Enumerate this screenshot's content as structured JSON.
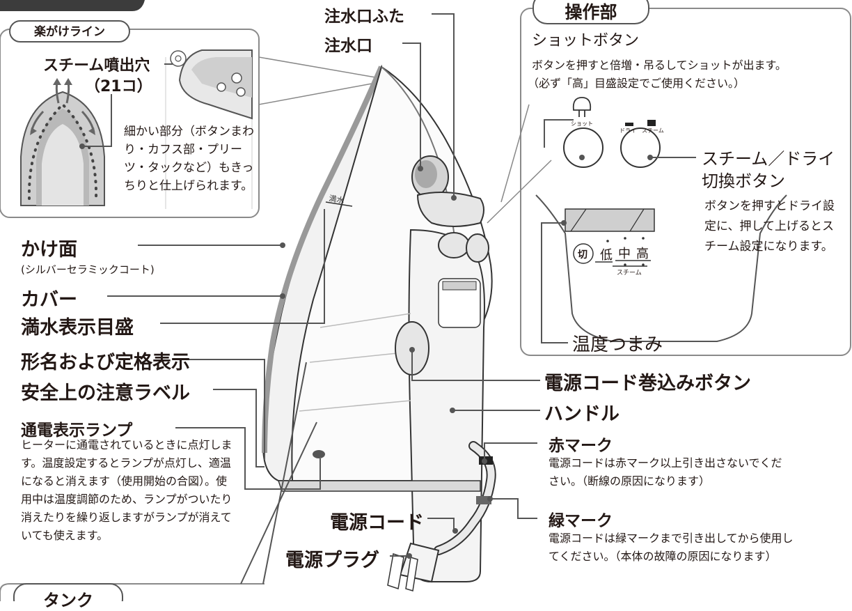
{
  "tabs": {
    "easy_line": "楽がけライン",
    "control": "操作部",
    "tank": "タンク"
  },
  "inset": {
    "steam_holes": "スチーム噴出穴",
    "steam_holes_count": "（21コ）",
    "easy_line_desc": "細かい部分（ボタンまわり・カフス部・プリーツ・タックなど）もきっちりと仕上げられます。"
  },
  "parts": {
    "filler_lid": "注水口ふた",
    "filler": "注水口",
    "soleplate": "かけ面",
    "soleplate_note": "(シルバーセラミックコート)",
    "cover": "カバー",
    "water_gauge": "満水表示目盛",
    "model_label": "形名および定格表示",
    "safety_label": "安全上の注意ラベル",
    "power_lamp": "通電表示ランプ",
    "power_lamp_desc": "ヒーターに通電されているときに点灯します。温度設定するとランプが点灯し、適温になると消えます（使用開始の合図）。使用中は温度調節のため、ランプがついたり消えたりを繰り返しますがランプが消えていても使えます。",
    "cord_button": "電源コード巻込みボタン",
    "handle": "ハンドル",
    "red_mark": "赤マーク",
    "red_mark_desc": "電源コードは赤マーク以上引き出さないでください。（断線の原因になります）",
    "green_mark": "緑マーク",
    "green_mark_desc": "電源コードは緑マークまで引き出してから使用してください。（本体の故障の原因になります）",
    "power_cord": "電源コード",
    "power_plug": "電源プラグ"
  },
  "control": {
    "shot_button": "ショットボタン",
    "shot_desc_1": "ボタンを押すと倍増・吊るしてショットが出ます。",
    "shot_desc_2": "（必ず「高」目盛設定でご使用ください。）",
    "shot_icon_label": "ショット",
    "dry_label": "ドライ",
    "steam_label": "スチーム",
    "steam_dry_button_1": "スチーム／ドライ",
    "steam_dry_button_2": "切換ボタン",
    "steam_dry_desc": "ボタンを押すとドライ設定に、押して上げるとスチーム設定になります。",
    "temp_knob": "温度つまみ",
    "dial_off": "切",
    "dial_low": "低",
    "dial_mid": "中",
    "dial_high": "高",
    "dial_steam": "スチーム"
  },
  "iron": {
    "full_water_text": "満水"
  }
}
